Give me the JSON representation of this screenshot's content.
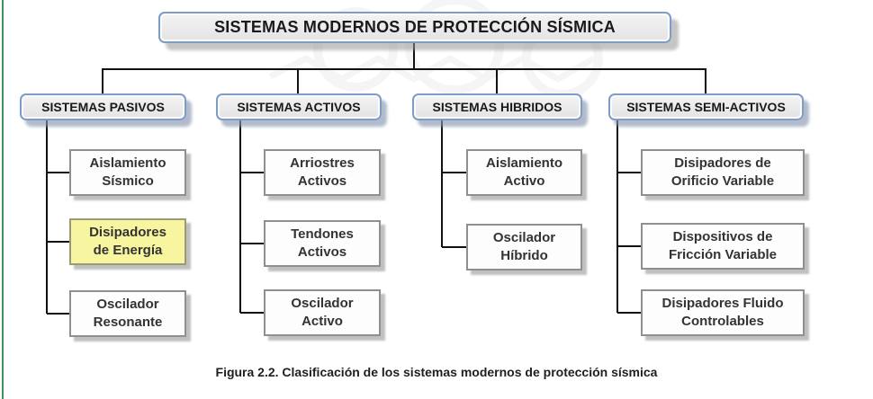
{
  "diagram": {
    "root": {
      "label": "SISTEMAS MODERNOS DE PROTECCIÓN SÍSMICA"
    },
    "branches": [
      {
        "label": "SISTEMAS PASIVOS",
        "children": [
          {
            "label": "Aislamiento\nSísmico",
            "highlight": false
          },
          {
            "label": "Disipadores\nde Energía",
            "highlight": true
          },
          {
            "label": "Oscilador\nResonante",
            "highlight": false
          }
        ]
      },
      {
        "label": "SISTEMAS ACTIVOS",
        "children": [
          {
            "label": "Arriostres\nActivos",
            "highlight": false
          },
          {
            "label": "Tendones\nActivos",
            "highlight": false
          },
          {
            "label": "Oscilador\nActivo",
            "highlight": false
          }
        ]
      },
      {
        "label": "SISTEMAS HIBRIDOS",
        "children": [
          {
            "label": "Aislamiento\nActivo",
            "highlight": false
          },
          {
            "label": "Oscilador\nHíbrido",
            "highlight": false
          }
        ]
      },
      {
        "label": "SISTEMAS SEMI-ACTIVOS",
        "children": [
          {
            "label": "Disipadores de\nOrificio Variable",
            "highlight": false
          },
          {
            "label": "Dispositivos de\nFricción Variable",
            "highlight": false
          },
          {
            "label": "Disipadores Fluido\nControlables",
            "highlight": false
          }
        ]
      }
    ],
    "colors": {
      "header_fill": "#e3e3e3",
      "header_border": "#7f9cc4",
      "header_text": "#1a1a1a",
      "child_fill": "#fdfdfd",
      "child_border": "#8f8f8f",
      "child_text": "#333333",
      "highlight_fill": "#f8f5a1",
      "connector": "#111111",
      "edge_line": "#208040"
    }
  },
  "caption": {
    "text": "Figura 2.2. Clasificación de los sistemas modernos de protección sísmica"
  }
}
